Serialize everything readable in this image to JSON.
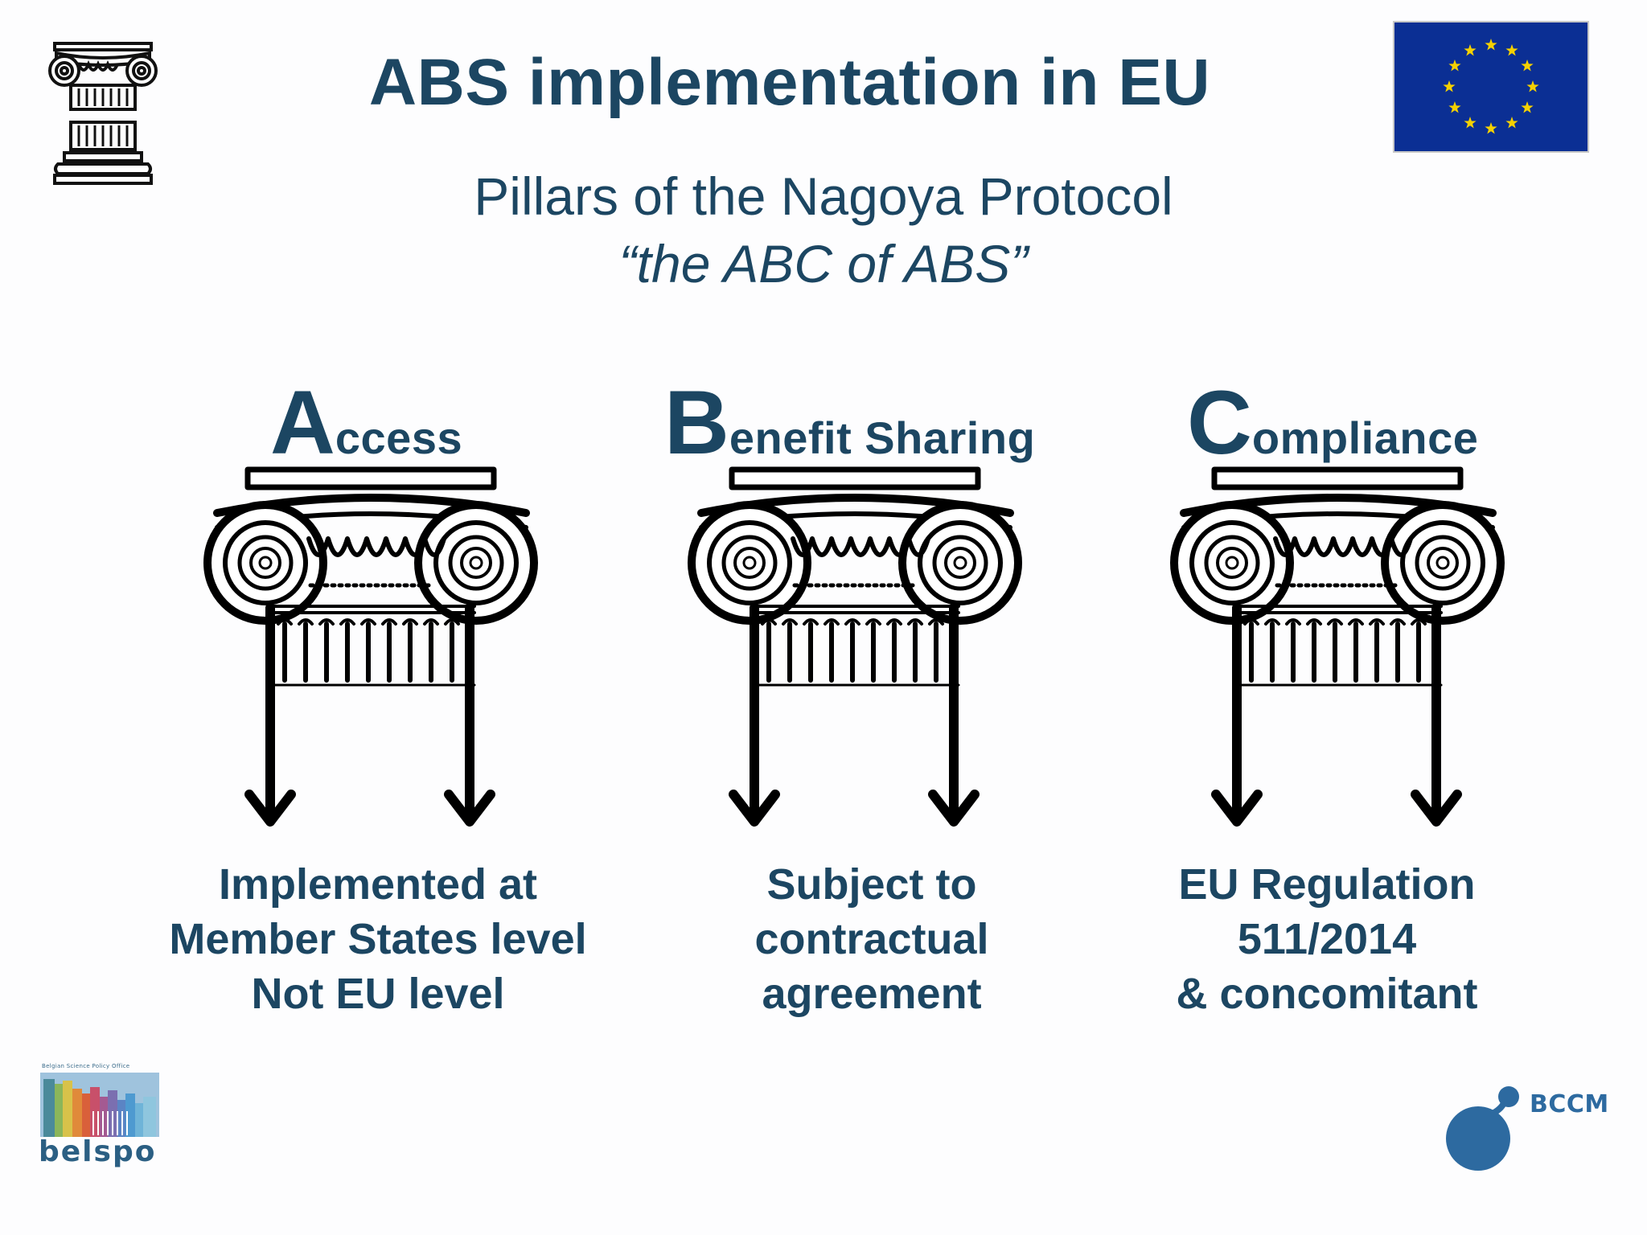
{
  "slide": {
    "title": "ABS implementation in EU",
    "subtitle": "Pillars of the Nagoya Protocol",
    "tagline": "“the ABC of ABS”"
  },
  "pillars": [
    {
      "initial": "A",
      "rest": "ccess",
      "lines": [
        "Implemented at",
        "Member States level",
        "Not EU level"
      ]
    },
    {
      "initial": "B",
      "rest": "enefit Sharing",
      "lines": [
        "Subject to",
        "contractual",
        "agreement"
      ]
    },
    {
      "initial": "C",
      "rest": "ompliance",
      "lines": [
        "EU Regulation",
        "511/2014",
        "& concomitant"
      ]
    }
  ],
  "logos": {
    "belspo_word": "belspo",
    "belspo_caption": "Belgian Science Policy Office",
    "bccm_word": "BCCM"
  },
  "colors": {
    "text": "#1c4662",
    "eu_blue": "#0b2f94",
    "eu_star": "#f5d100",
    "bccm_blue": "#2d6aa0"
  },
  "icons": {
    "column": "ionic-column-icon",
    "flag": "eu-flag-icon",
    "arrow": "arrow-down-icon"
  }
}
